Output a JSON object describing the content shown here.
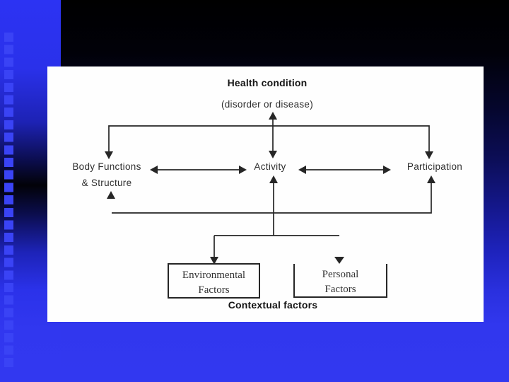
{
  "slide": {
    "colors": {
      "background_top": "#000000",
      "background_bottom": "#3238f0",
      "left_band_blue": "#2c33f3",
      "dark_band": "#020208",
      "panel_background": "#fefefe",
      "diagram_ink": "#262626"
    }
  },
  "diagram": {
    "header": {
      "title": "Health condition",
      "subtitle": "(disorder or disease)"
    },
    "middle_row": {
      "body_functions_line1": "Body Functions",
      "body_functions_line2": "& Structure",
      "activity": "Activity",
      "participation": "Participation"
    },
    "bottom": {
      "environmental_line1": "Environmental",
      "environmental_line2": "Factors",
      "personal_line1": "Personal",
      "personal_line2": "Factors",
      "caption": "Contextual factors"
    }
  }
}
